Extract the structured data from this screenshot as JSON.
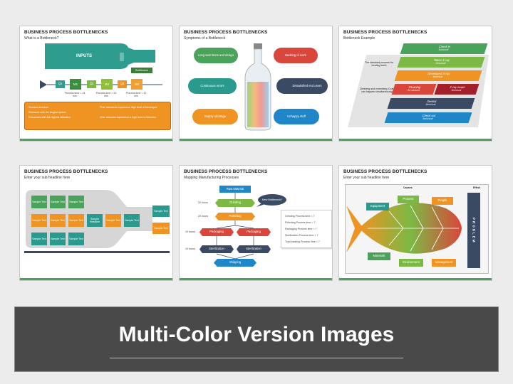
{
  "slides": [
    {
      "title": "BUSINESS PROCESS BOTTLENECKS",
      "subtitle": "What is a Bottleneck?",
      "inputs_label": "INPUTS",
      "bottleneck_label": "Bottleneck",
      "stages": [
        "Q1",
        "M1",
        "Q2",
        "M2",
        "Q3",
        "M3"
      ],
      "process_times": [
        "Process time = 15 min",
        "Process time = 20 min",
        "Process time = 10 min"
      ],
      "bullets_left": [
        "Slowest resource.",
        "Resource with the longest queue.",
        "Resources with the highest utilization."
      ],
      "bullets_right": [
        "Prior resources experience high level of blockages.",
        "After resource experience a high level of idleness."
      ]
    },
    {
      "title": "BUSINESS PROCESS BOTTLENECKS",
      "subtitle": "Symptoms of a Bottleneck",
      "symptoms": [
        "Long wait times and delays",
        "Backlog of work",
        "Continuous errors",
        "Dissatisfied end users",
        "Supply shortage",
        "Unhappy staff"
      ]
    },
    {
      "title": "BUSINESS PROCESS BOTTLENECKS",
      "subtitle": "Bottleneck Example",
      "left_note_1": "The standard process for treating teeth",
      "left_note_2": "Cleaning and examining X-ray can happen simultaneously",
      "steps": [
        {
          "label": "Check in",
          "time": "5min/unit"
        },
        {
          "label": "Taken X-ray",
          "time": "2min/unit"
        },
        {
          "label": "Developed X-ray",
          "time": "6min/unit"
        },
        {
          "label": "Cleaning",
          "time": "24 min/unit"
        },
        {
          "label": "X-ray exam",
          "time": "5min/unit"
        },
        {
          "label": "Dentist",
          "time": "8min/unit"
        },
        {
          "label": "Check out",
          "time": "6min/unit"
        }
      ]
    },
    {
      "title": "BUSINESS PROCESS BOTTLENECKS",
      "subtitle": "Enter your sub headline here",
      "cell_text": "Sample Text",
      "headline_text": "Sample Headline"
    },
    {
      "title": "BUSINESS PROCESS BOTTLENECKS",
      "subtitle": "Mapping Manufacturing Processes",
      "steps": [
        "Raw Material",
        "Grinding",
        "Polishing",
        "Packaging",
        "Packaging",
        "Sterilization",
        "Sterilization",
        "Shipping"
      ],
      "hours": [
        "20 hours",
        "20 hours",
        "10 hours",
        "10 hours"
      ],
      "callout": "New Bottleneck?",
      "notes": [
        "Grinding Process time = 7",
        "Polishing Process time = 7",
        "Packaging Process time = 7",
        "Sterilization Process time = 7",
        "Total backlog Process time = 7"
      ]
    },
    {
      "title": "BUSINESS PROCESS BOTTLENECKS",
      "subtitle": "Enter your sub headline here",
      "causes_label": "Causes",
      "effect_label": "Effect",
      "problem_label": "PROBLEM",
      "categories": [
        "Equipment",
        "Process",
        "People",
        "Materials",
        "Environment",
        "Management"
      ]
    }
  ],
  "banner": {
    "title": "Multi-Color Version Images"
  },
  "colors": {
    "green": "#4aa35a",
    "teal": "#2a9a8f",
    "orange": "#ef9322",
    "red": "#d9463b",
    "navy": "#3a4a63",
    "blue": "#1f86c7"
  }
}
